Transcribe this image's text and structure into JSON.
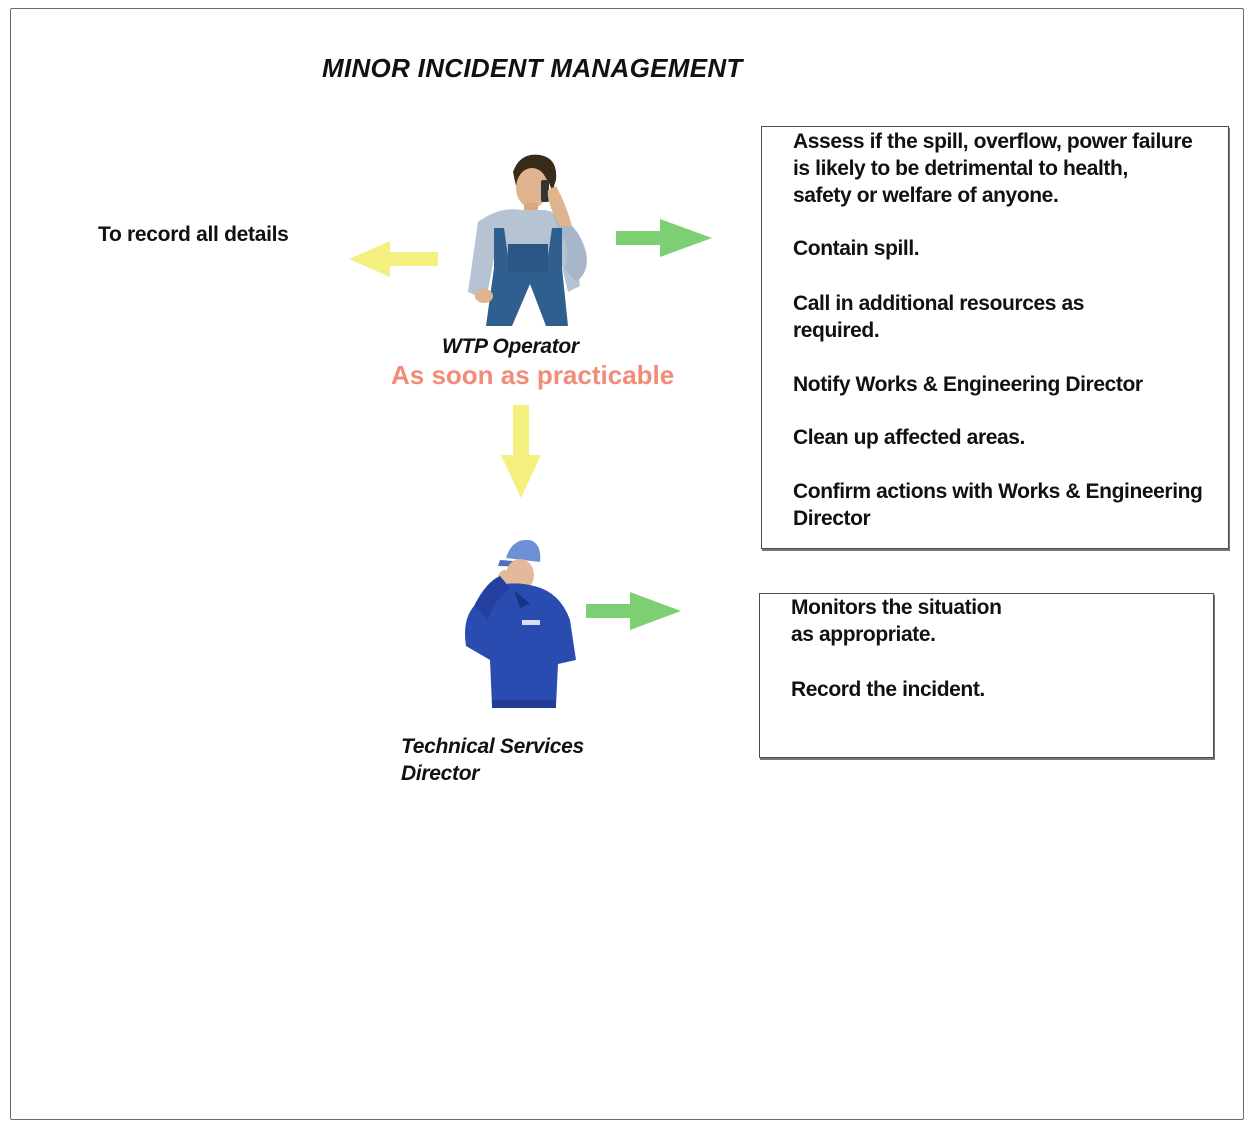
{
  "title": "MINOR INCIDENT MANAGEMENT",
  "left_note": "To record all details",
  "operator": {
    "role": "WTP Operator",
    "timing": "As soon as practicable",
    "actions": [
      "Assess if the spill, overflow, power failure",
      "is likely to be detrimental to health,",
      "safety or welfare of anyone.",
      "Contain spill.",
      "Call in additional resources as",
      "required.",
      "Notify Works & Engineering Director",
      "Clean up affected areas.",
      "Confirm actions with Works & Engineering",
      "Director"
    ]
  },
  "director": {
    "role_line1": "Technical Services",
    "role_line2": "Director",
    "actions": [
      "Monitors the situation",
      "as appropriate.",
      "Record the incident."
    ]
  },
  "colors": {
    "arrow_green": "#7ccf72",
    "arrow_yellow": "#f3f080",
    "timing": "#f28b78",
    "overall_blue": "#2f5f8f",
    "jacket_blue": "#2a4bb0"
  }
}
